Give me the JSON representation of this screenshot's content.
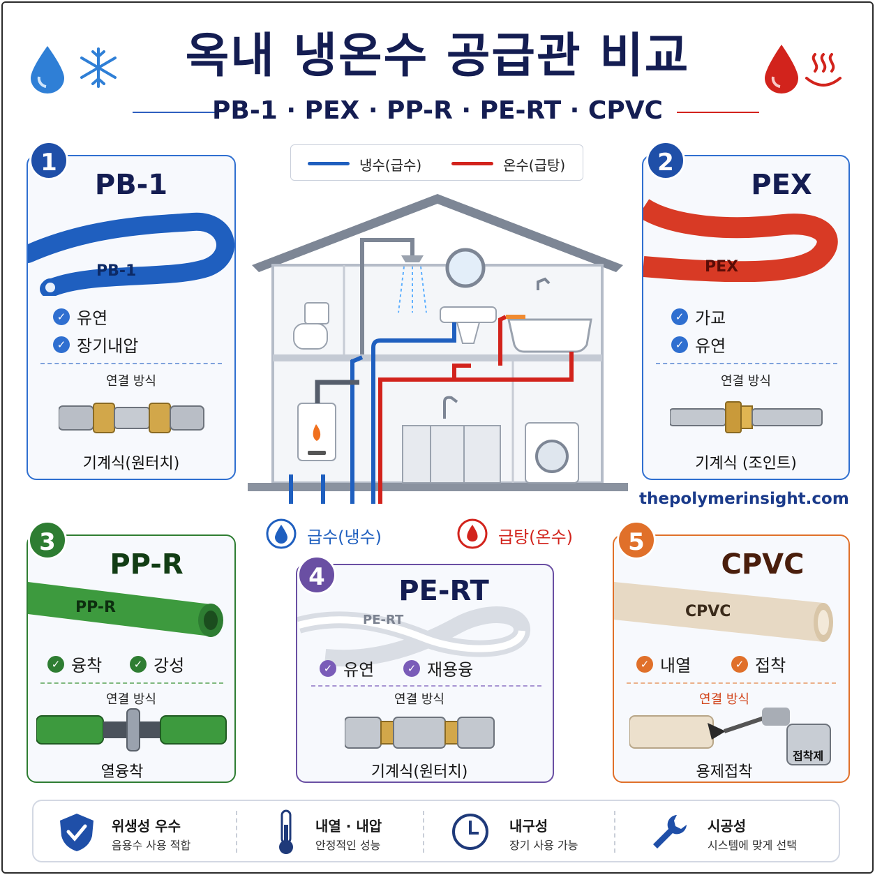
{
  "header": {
    "title": "옥내 냉온수 공급관 비교",
    "subtitle": "PB-1 · PEX · PP-R · PE-RT · CPVC"
  },
  "legend": {
    "cold": "냉수(급수)",
    "hot": "온수(급탕)"
  },
  "diagram": {
    "cold_label": "급수(냉수)",
    "hot_label": "급탕(온수)"
  },
  "website": "thepolymerinsight.com",
  "cards": [
    {
      "number": "1",
      "title": "PB-1",
      "tube_label": "PB-1",
      "features": [
        "유연",
        "장기내압"
      ],
      "connection_title": "연결 방식",
      "connection_method": "기계식(원터치)",
      "color": "#1f5fbf"
    },
    {
      "number": "2",
      "title": "PEX",
      "tube_label": "PEX",
      "features": [
        "가교",
        "유연"
      ],
      "connection_title": "연결 방식",
      "connection_method": "기계식 (조인트)",
      "color": "#1f5fbf"
    },
    {
      "number": "3",
      "title": "PP-R",
      "tube_label": "PP-R",
      "features": [
        "융착",
        "강성"
      ],
      "connection_title": "연결 방식",
      "connection_method": "열융착",
      "color": "#2e7d32"
    },
    {
      "number": "4",
      "title": "PE-RT",
      "tube_label": "PE-RT",
      "features": [
        "유연",
        "재용융"
      ],
      "connection_title": "연결 방식",
      "connection_method": "기계식(원터치)",
      "color": "#6a4fa3"
    },
    {
      "number": "5",
      "title": "CPVC",
      "tube_label": "CPVC",
      "features": [
        "내열",
        "접착"
      ],
      "connection_title": "연결 방식",
      "connection_method": "용제접착",
      "glue_label": "접착제",
      "color": "#e0702a"
    }
  ],
  "footer": [
    {
      "icon": "shield-check-icon",
      "title": "위생성 우수",
      "desc": "음용수 사용 적합"
    },
    {
      "icon": "thermometer-icon",
      "title": "내열 · 내압",
      "desc": "안정적인 성능"
    },
    {
      "icon": "clock-icon",
      "title": "내구성",
      "desc": "장기 사용 가능"
    },
    {
      "icon": "wrench-icon",
      "title": "시공성",
      "desc": "시스템에 맞게 선택"
    }
  ]
}
